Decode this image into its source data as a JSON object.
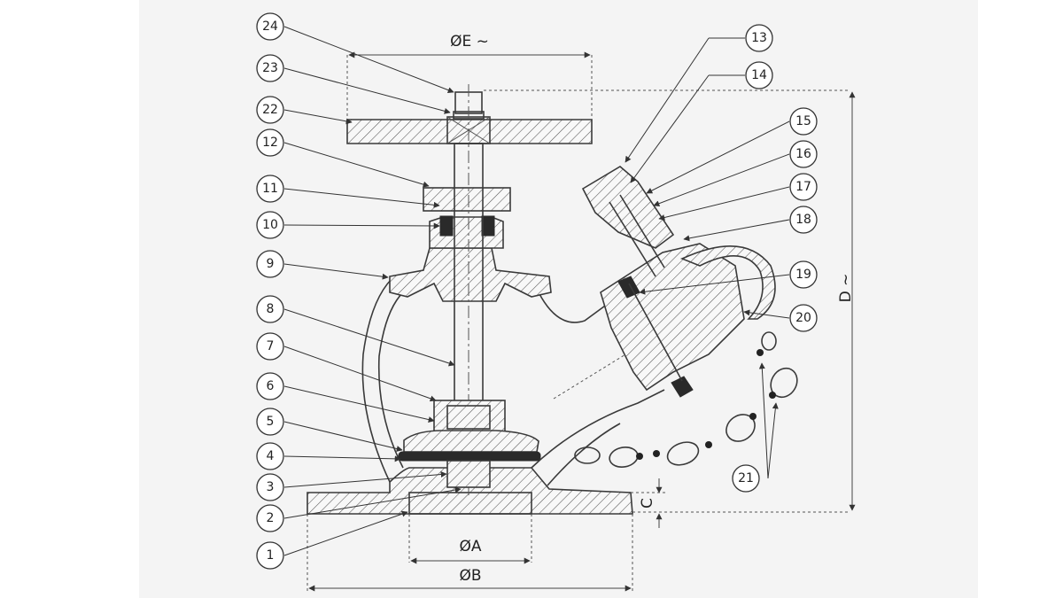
{
  "callouts": [
    "1",
    "2",
    "3",
    "4",
    "5",
    "6",
    "7",
    "8",
    "9",
    "10",
    "11",
    "12",
    "13",
    "14",
    "15",
    "16",
    "17",
    "18",
    "19",
    "20",
    "21",
    "22",
    "23",
    "24"
  ],
  "dimensions": {
    "A": "ØA",
    "B": "ØB",
    "C": "C",
    "D": "D ~",
    "E": "ØE ~"
  }
}
